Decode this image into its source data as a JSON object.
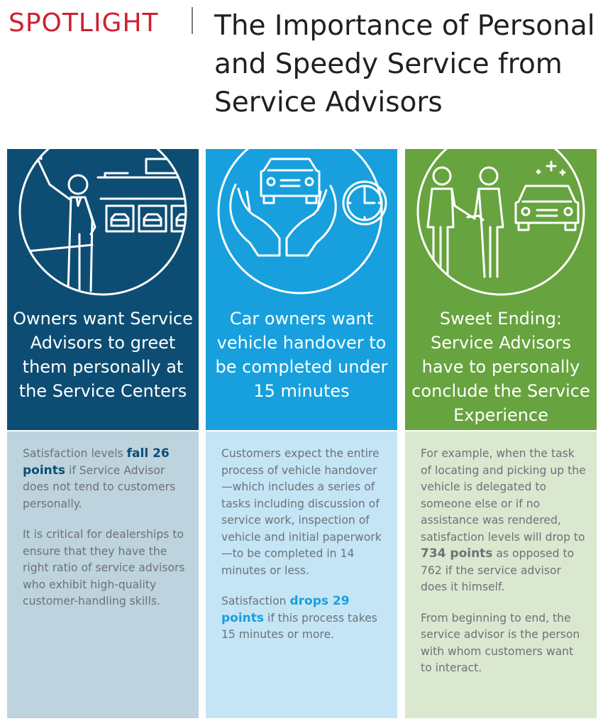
{
  "header": {
    "brand": "SPOTLIGHT",
    "title": "The Importance of Personal and Speedy Service from Service Advisors"
  },
  "columns": [
    {
      "icon": "service-center-greeting-icon",
      "headline": "Owners want Service Advisors to greet them personally at the Service Centers",
      "p1": {
        "pre": "Satisfaction levels ",
        "hl": "fall 26 points",
        "post": " if Service Advisor does not tend to customers personally."
      },
      "p2": "It is critical for dealerships to ensure that they have the right ratio of service advisors who exhibit high-quality customer-handling skills."
    },
    {
      "icon": "car-handover-hands-clock-icon",
      "headline": "Car owners want vehicle handover to be completed under 15 minutes",
      "p1": "Customers expect the entire process of vehicle handover—which includes a series of tasks including discussion of service work, inspection of vehicle and initial paperwork—to be completed in 14 minutes or less.",
      "p2": {
        "pre": "Satisfaction ",
        "hl": "drops 29 points",
        "post": " if this process takes 15 minutes or more."
      }
    },
    {
      "icon": "handshake-car-icon",
      "headline": "Sweet Ending: Service Advisors have to personally conclude the Service Experience",
      "p1": {
        "pre": "For example, when the task of locating and picking up the vehicle is delegated to someone else or if no assistance was rendered, satisfaction levels will drop to ",
        "hl": "734 points",
        "post": " as opposed to 762 if the service advisor does it himself."
      },
      "p2": "From beginning to end, the service advisor is the person with whom customers want to interact."
    }
  ],
  "colors": {
    "brand_red": "#d0202f",
    "navy": "#0d4d73",
    "sky_blue": "#17a0dd",
    "green": "#67a33e"
  }
}
